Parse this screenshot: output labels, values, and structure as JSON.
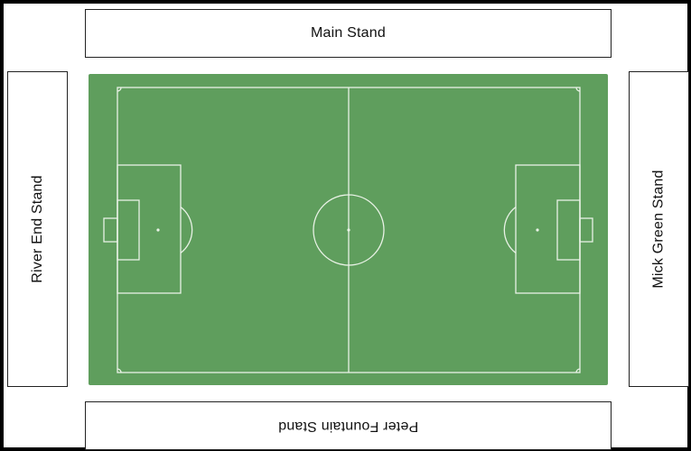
{
  "stands": {
    "top": "Main Stand",
    "bottom": "Peter Fountain Stand",
    "left": "River End Stand",
    "right": "Mick Green Stand"
  },
  "colors": {
    "pitch": "#5f9e5d",
    "lines": "#e9f2e6",
    "border": "#000000"
  }
}
